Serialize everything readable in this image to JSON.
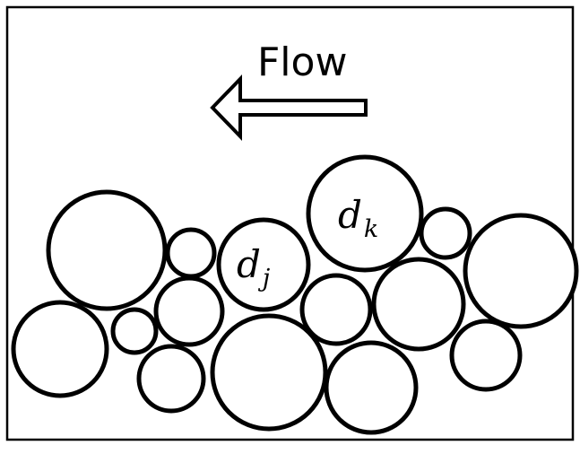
{
  "flow_label": "Flow",
  "grain_labels": {
    "j": {
      "symbol": "d",
      "subscript": "j"
    },
    "k": {
      "symbol": "d",
      "subscript": "k"
    }
  },
  "colors": {
    "stroke": "#000000",
    "fill": "#ffffff"
  },
  "arrow_direction": "left"
}
